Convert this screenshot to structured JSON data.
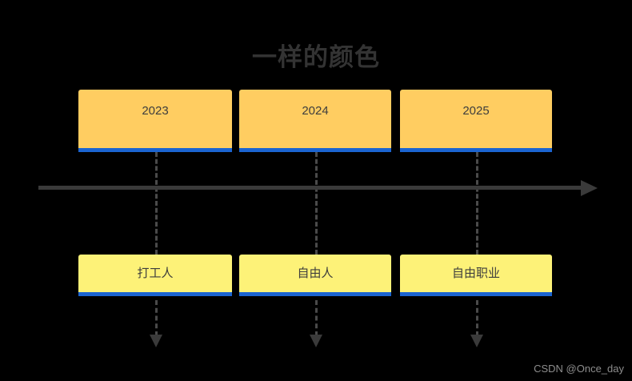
{
  "title": "一样的颜色",
  "timeline": {
    "axis_color": "#3a3a3a",
    "arrow_direction": "right"
  },
  "colors": {
    "background": "#000000",
    "period_card_fill": "#ffcd61",
    "role_card_fill": "#fdf278",
    "card_underline": "#1b64d1",
    "title_text": "#333333",
    "card_text": "#3d3d3d",
    "connector": "#4a4a4a",
    "watermark_text": "#8d8d8d"
  },
  "columns": [
    {
      "period": "2023",
      "role": "打工人"
    },
    {
      "period": "2024",
      "role": "自由人"
    },
    {
      "period": "2025",
      "role": "自由职业"
    }
  ],
  "watermark": "CSDN @Once_day"
}
